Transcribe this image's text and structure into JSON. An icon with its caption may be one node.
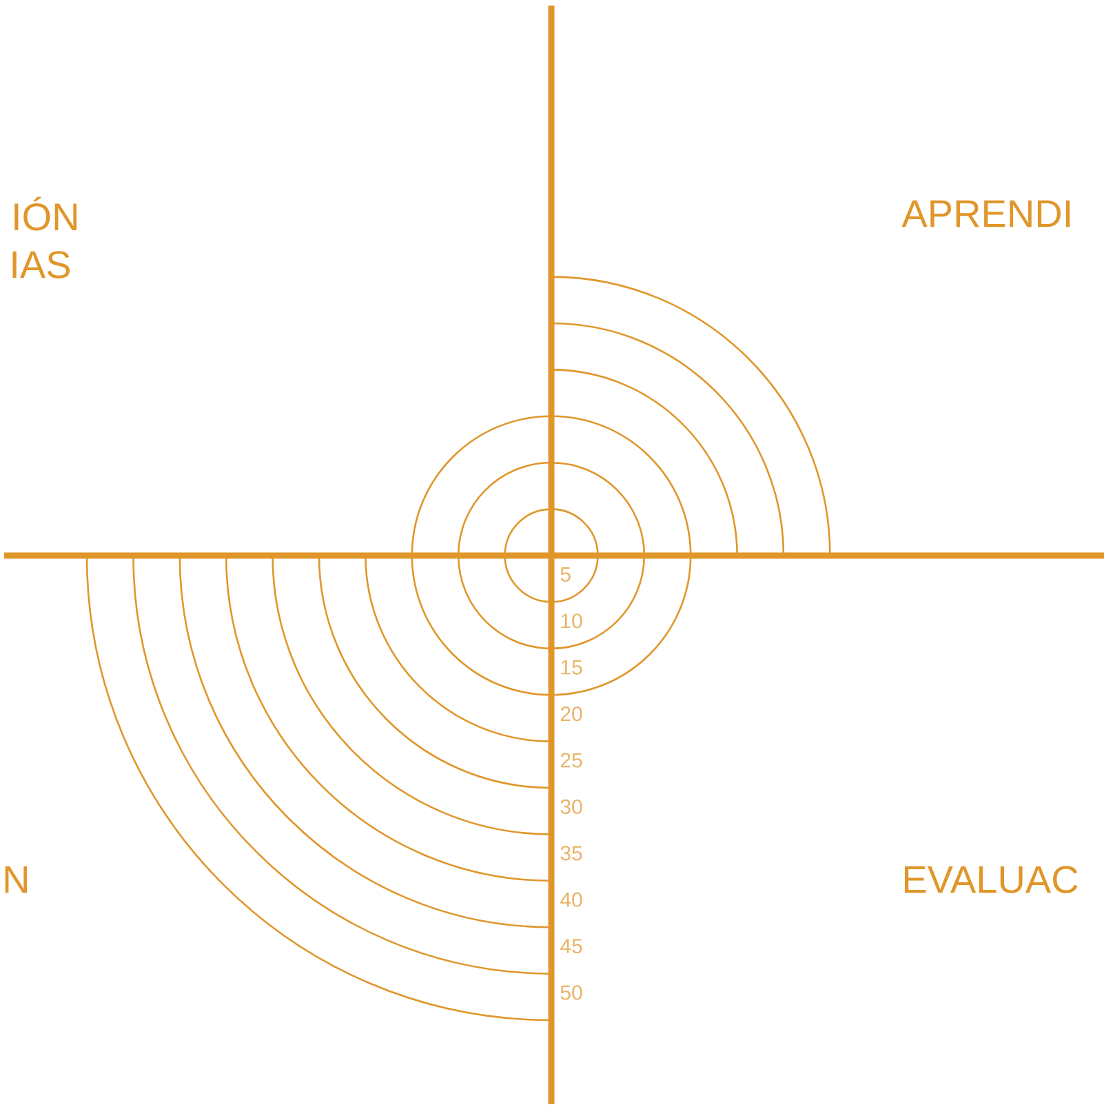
{
  "diagram": {
    "labels": [
      "IÓN",
      "IAS",
      "APRENDI",
      "N",
      "EVALUAC",
      "5",
      "10",
      "15",
      "20",
      "25",
      "30",
      "35",
      "40",
      "45",
      "50"
    ]
  }
}
